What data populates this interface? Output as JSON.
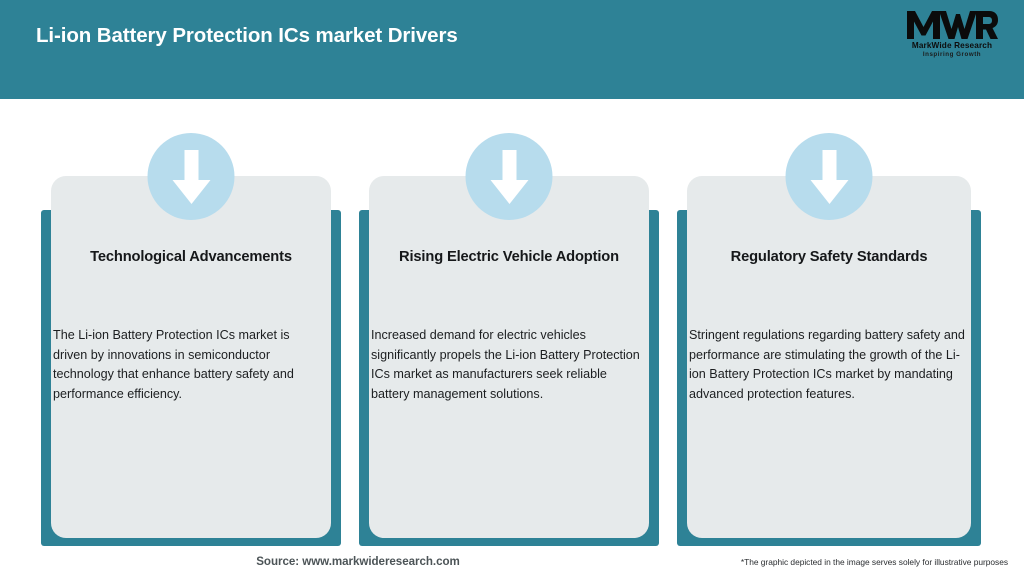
{
  "header": {
    "title": "Li-ion Battery Protection ICs market Drivers",
    "background_color": "#2e8296",
    "title_color": "#ffffff"
  },
  "logo": {
    "mark": "MWR",
    "name": "MarkWide Research",
    "tagline": "Inspiring Growth"
  },
  "cards": [
    {
      "icon": "down-arrow-icon",
      "title": "Technological Advancements",
      "body": "The Li-ion Battery Protection ICs market is driven by innovations in semiconductor technology that enhance battery safety and performance efficiency."
    },
    {
      "icon": "down-arrow-icon",
      "title": "Rising Electric Vehicle Adoption",
      "body": "Increased demand for electric vehicles significantly propels the Li-ion Battery Protection ICs market as manufacturers seek reliable battery management solutions."
    },
    {
      "icon": "down-arrow-icon",
      "title": "Regulatory Safety Standards",
      "body": "Stringent regulations regarding battery safety and performance are stimulating the growth of the Li-ion Battery Protection ICs market by mandating advanced protection features."
    }
  ],
  "footer": {
    "source": "Source: www.markwideresearch.com",
    "disclaimer": "*The graphic depicted in the image serves solely for illustrative purposes"
  },
  "colors": {
    "teal": "#2e8296",
    "card_gray": "#e6eaeb",
    "badge_blue": "#b7dced",
    "arrow_white": "#ffffff"
  }
}
